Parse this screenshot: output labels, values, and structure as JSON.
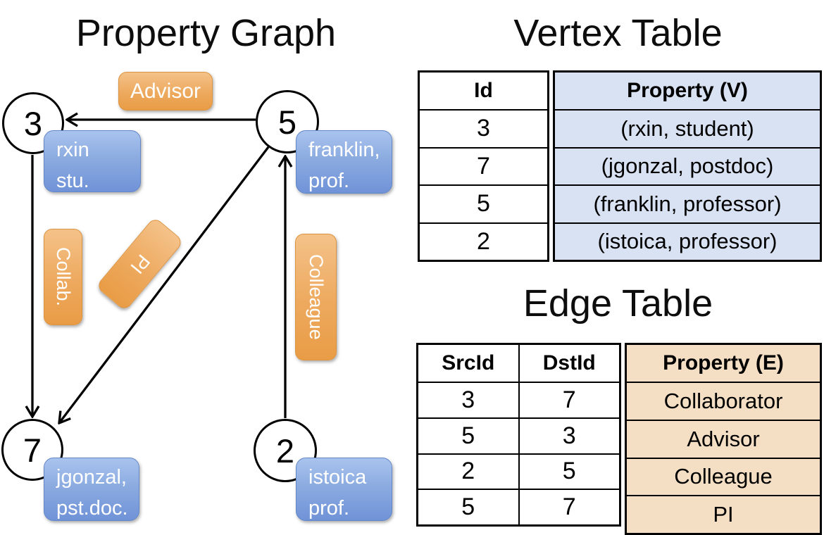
{
  "left_panel": {
    "title": "Property Graph",
    "vertices": [
      {
        "id": "3",
        "label_line1": "rxin",
        "label_line2": "stu."
      },
      {
        "id": "5",
        "label_line1": "franklin,",
        "label_line2": "prof."
      },
      {
        "id": "7",
        "label_line1": "jgonzal,",
        "label_line2": "pst.doc."
      },
      {
        "id": "2",
        "label_line1": "istoica",
        "label_line2": "prof."
      }
    ],
    "edge_labels": {
      "advisor": "Advisor",
      "collab": "Collab.",
      "pi": "PI",
      "colleague": "Colleague"
    }
  },
  "vertex_table": {
    "title": "Vertex Table",
    "columns": [
      "Id",
      "Property (V)"
    ],
    "rows": [
      [
        "3",
        "(rxin, student)"
      ],
      [
        "7",
        "(jgonzal, postdoc)"
      ],
      [
        "5",
        "(franklin, professor)"
      ],
      [
        "2",
        "(istoica, professor)"
      ]
    ]
  },
  "edge_table": {
    "title": "Edge Table",
    "columns": [
      "SrcId",
      "DstId",
      "Property (E)"
    ],
    "rows": [
      [
        "3",
        "7",
        "Collaborator"
      ],
      [
        "5",
        "3",
        "Advisor"
      ],
      [
        "2",
        "5",
        "Colleague"
      ],
      [
        "5",
        "7",
        "PI"
      ]
    ]
  },
  "colors": {
    "edge_label_orange": "#EDA95E",
    "vertex_box_blue": "#84A5DE",
    "vertex_table_fill": "#D9E2F3",
    "edge_table_fill": "#F5DFC4",
    "line_black": "#000000"
  }
}
